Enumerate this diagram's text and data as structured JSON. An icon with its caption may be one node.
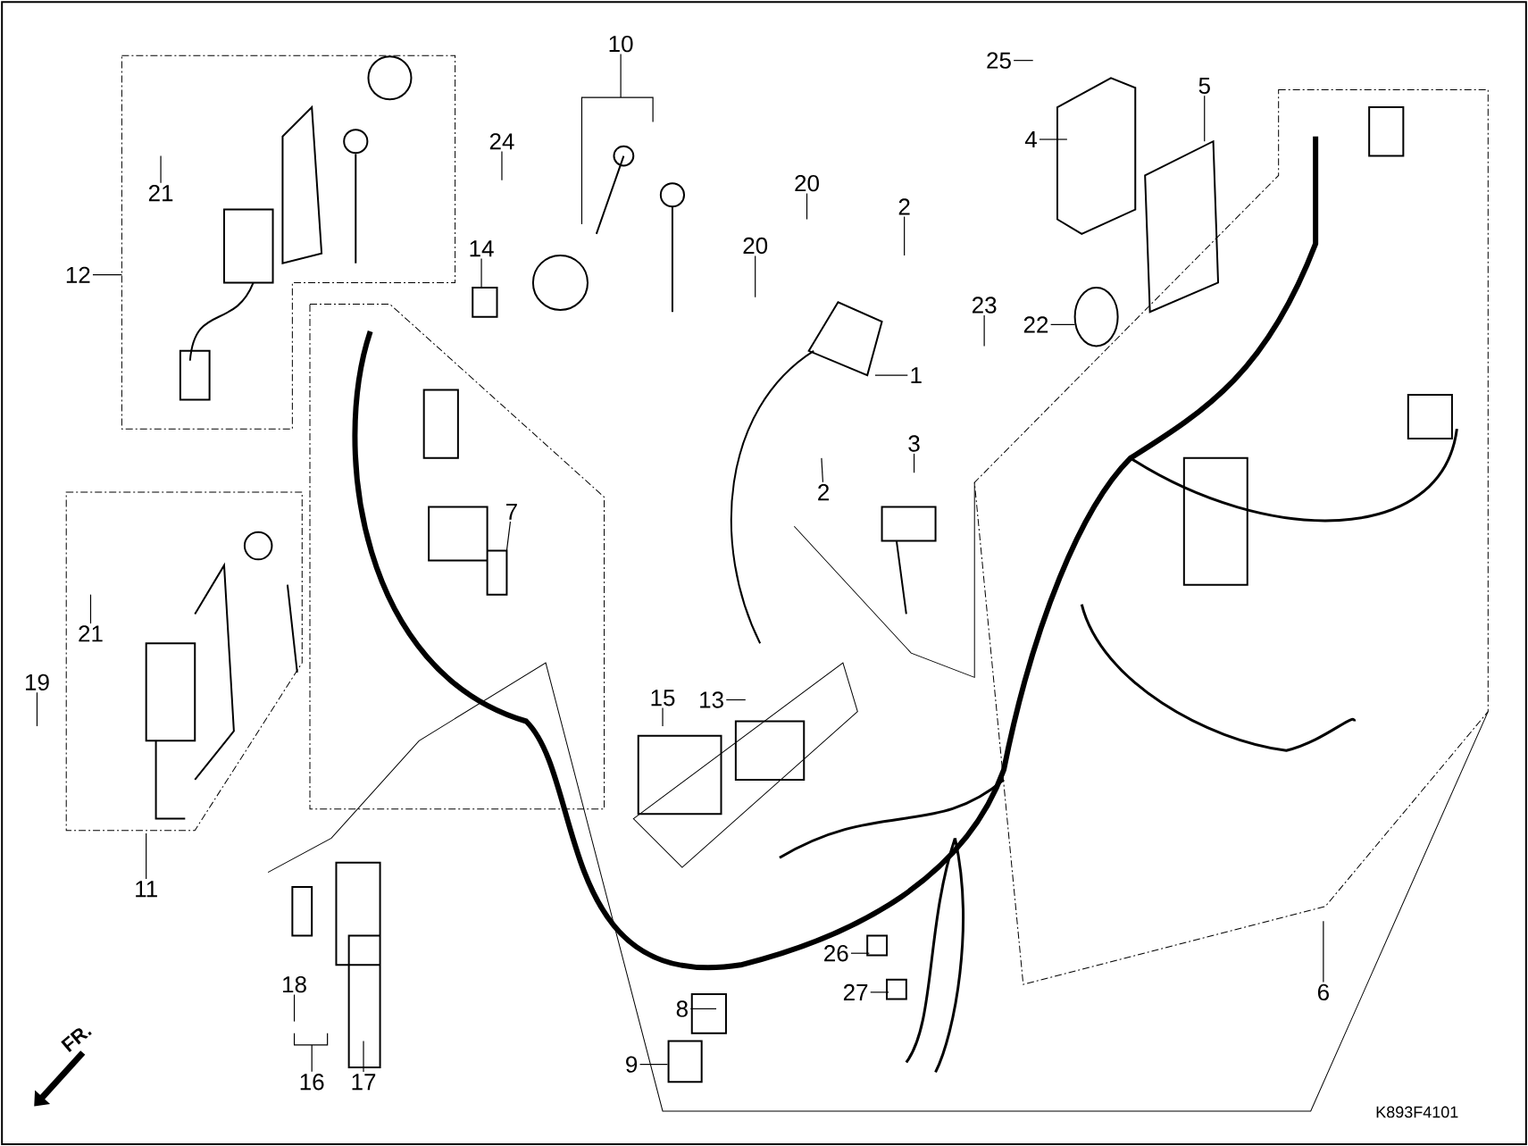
{
  "diagram": {
    "nodes": [
      {
        "text": [
          "10"
        ]
      },
      {
        "text": [
          "25"
        ]
      },
      {
        "text": [
          "5"
        ]
      },
      {
        "text": [
          "4"
        ]
      },
      {
        "text": [
          "24"
        ]
      },
      {
        "text": [
          "21"
        ]
      },
      {
        "text": [
          "20"
        ]
      },
      {
        "text": [
          "2"
        ]
      },
      {
        "text": [
          "20"
        ]
      },
      {
        "text": [
          "14"
        ]
      },
      {
        "text": [
          "12"
        ]
      },
      {
        "text": [
          "23"
        ]
      },
      {
        "text": [
          "22"
        ]
      },
      {
        "text": [
          "1"
        ]
      },
      {
        "text": [
          "3"
        ]
      },
      {
        "text": [
          "2"
        ]
      },
      {
        "text": [
          "7"
        ]
      },
      {
        "text": [
          "21"
        ]
      },
      {
        "text": [
          "19"
        ]
      },
      {
        "text": [
          "15"
        ]
      },
      {
        "text": [
          "13"
        ]
      },
      {
        "text": [
          "11"
        ]
      },
      {
        "text": [
          "26"
        ]
      },
      {
        "text": [
          "18"
        ]
      },
      {
        "text": [
          "6"
        ]
      },
      {
        "text": [
          "27"
        ]
      },
      {
        "text": [
          "8"
        ]
      },
      {
        "text": [
          "9"
        ]
      },
      {
        "text": [
          "16"
        ]
      },
      {
        "text": [
          "17"
        ]
      }
    ],
    "edges": [
      {
        "from": 0,
        "to": null,
        "arrow": "none"
      },
      {
        "from": 1,
        "to": null,
        "arrow": "none"
      },
      {
        "from": 2,
        "to": null,
        "arrow": "none"
      },
      {
        "from": 3,
        "to": null,
        "arrow": "none"
      },
      {
        "from": 4,
        "to": null,
        "arrow": "none"
      },
      {
        "from": 5,
        "to": null,
        "arrow": "none"
      },
      {
        "from": 6,
        "to": null,
        "arrow": "none"
      },
      {
        "from": 7,
        "to": null,
        "arrow": "none"
      },
      {
        "from": 8,
        "to": null,
        "arrow": "none"
      },
      {
        "from": 9,
        "to": null,
        "arrow": "none"
      },
      {
        "from": 10,
        "to": null,
        "arrow": "none"
      },
      {
        "from": 11,
        "to": null,
        "arrow": "none"
      },
      {
        "from": 12,
        "to": null,
        "arrow": "none"
      },
      {
        "from": 13,
        "to": null,
        "arrow": "none"
      },
      {
        "from": 14,
        "to": null,
        "arrow": "none"
      },
      {
        "from": 15,
        "to": null,
        "arrow": "none"
      },
      {
        "from": 16,
        "to": null,
        "arrow": "none"
      },
      {
        "from": 17,
        "to": null,
        "arrow": "none"
      },
      {
        "from": 18,
        "to": null,
        "arrow": "none"
      },
      {
        "from": 19,
        "to": null,
        "arrow": "none"
      },
      {
        "from": 20,
        "to": null,
        "arrow": "none"
      },
      {
        "from": 21,
        "to": null,
        "arrow": "none"
      },
      {
        "from": 22,
        "to": null,
        "arrow": "none"
      },
      {
        "from": 23,
        "to": null,
        "arrow": "none"
      },
      {
        "from": 24,
        "to": null,
        "arrow": "none"
      },
      {
        "from": 25,
        "to": null,
        "arrow": "none"
      },
      {
        "from": 26,
        "to": null,
        "arrow": "none"
      },
      {
        "from": 27,
        "to": null,
        "arrow": "none"
      },
      {
        "from": 28,
        "to": null,
        "arrow": "none"
      },
      {
        "from": 29,
        "to": null,
        "arrow": "none"
      }
    ],
    "labels": [
      "FR.",
      "K893F4101"
    ]
  }
}
